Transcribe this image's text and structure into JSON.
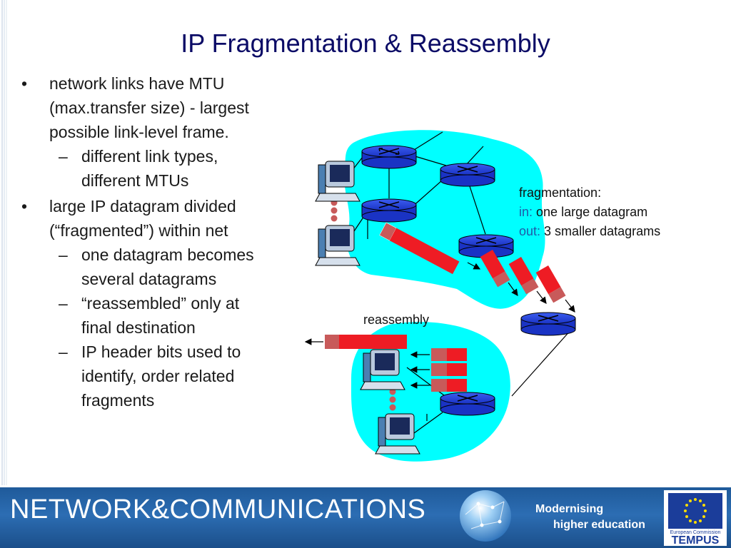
{
  "slide": {
    "title": "IP Fragmentation & Reassembly",
    "bullets": [
      {
        "level": 1,
        "lines": [
          "network links have MTU",
          "(max.transfer size) - largest",
          "possible link-level frame."
        ]
      },
      {
        "level": 2,
        "lines": [
          "different link types,",
          "different MTUs"
        ]
      },
      {
        "level": 1,
        "lines": [
          "large IP datagram divided",
          "(“fragmented”) within net"
        ]
      },
      {
        "level": 2,
        "lines": [
          "one datagram becomes",
          "several datagrams"
        ]
      },
      {
        "level": 2,
        "lines": [
          "“reassembled” only at",
          "final destination"
        ]
      },
      {
        "level": 2,
        "lines": [
          "IP header bits used to",
          "identify, order related",
          "fragments"
        ]
      }
    ],
    "bullet_symbol": "•",
    "dash_symbol": "–"
  },
  "diagram": {
    "fragmentation_label": "fragmentation:",
    "in_prefix": "in:",
    "in_text": "one large datagram",
    "out_prefix": "out:",
    "out_text": "3 smaller datagrams",
    "reassembly_label": "reassembly",
    "colors": {
      "cloud": "#00ffff",
      "router": "#1f3fd6",
      "datagram": "#ee1c24",
      "header": "#c85a5a"
    }
  },
  "footer": {
    "title": "NETWORK&COMMUNICATIONS",
    "slogan_line1": "Modernising",
    "slogan_line2": "higher education",
    "logo_caption": "European Commission",
    "logo_name": "TEMPUS"
  }
}
